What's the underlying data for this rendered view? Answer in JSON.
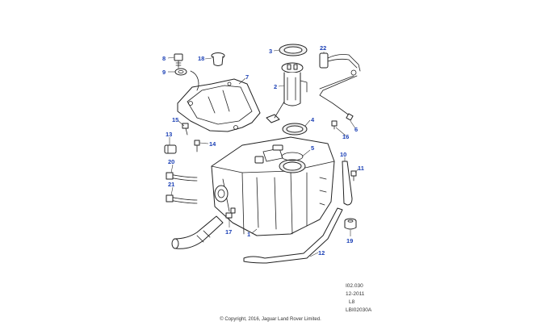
{
  "callouts": [
    {
      "id": "c1",
      "label": "1"
    },
    {
      "id": "c2",
      "label": "2"
    },
    {
      "id": "c3",
      "label": "3"
    },
    {
      "id": "c4",
      "label": "4"
    },
    {
      "id": "c5",
      "label": "5"
    },
    {
      "id": "c6",
      "label": "6"
    },
    {
      "id": "c7",
      "label": "7"
    },
    {
      "id": "c8",
      "label": "8"
    },
    {
      "id": "c9",
      "label": "9"
    },
    {
      "id": "c10",
      "label": "10"
    },
    {
      "id": "c11",
      "label": "11"
    },
    {
      "id": "c12",
      "label": "12"
    },
    {
      "id": "c13",
      "label": "13"
    },
    {
      "id": "c14",
      "label": "14"
    },
    {
      "id": "c15",
      "label": "15"
    },
    {
      "id": "c16",
      "label": "16"
    },
    {
      "id": "c17",
      "label": "17"
    },
    {
      "id": "c18",
      "label": "18"
    },
    {
      "id": "c19",
      "label": "19"
    },
    {
      "id": "c20",
      "label": "20"
    },
    {
      "id": "c21",
      "label": "21"
    },
    {
      "id": "c22",
      "label": "22"
    }
  ],
  "reference": {
    "code": "I02.030",
    "date": "12-2011",
    "variant": "L8",
    "drawing": "LBI02030A"
  },
  "copyright": "© Copyright, 2016, Jaguar Land Rover Limited."
}
